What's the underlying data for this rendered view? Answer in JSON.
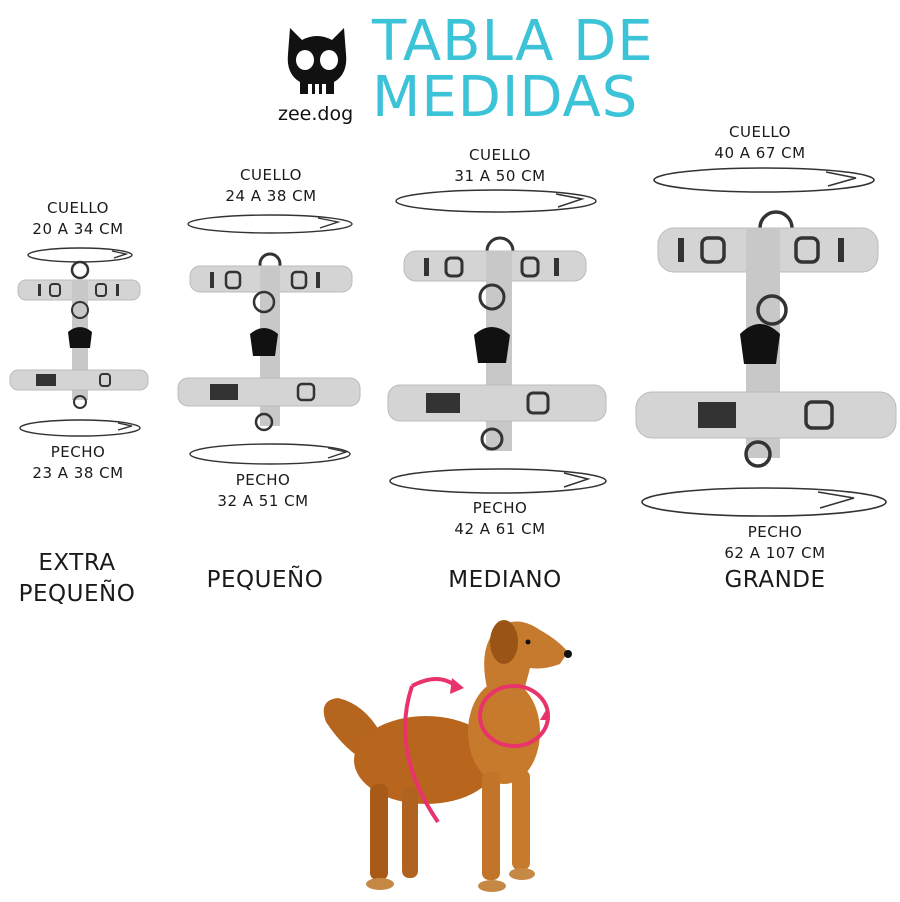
{
  "brand": {
    "name": "zee.dog",
    "logo_icon": "skull-logo-icon"
  },
  "title": {
    "line1": "TABLA DE",
    "line2": "MEDIDAS"
  },
  "colors": {
    "title": "#3cc3d8",
    "harness": "#d4d4d4",
    "measure_arrow": "#e8336b"
  },
  "sizes": [
    {
      "name_line1": "EXTRA",
      "name_line2": "PEQUEÑO",
      "neck_label": "CUELLO",
      "neck_range": "20 A 34 CM",
      "chest_label": "PECHO",
      "chest_range": "23 A 38 CM"
    },
    {
      "name_line1": "PEQUEÑO",
      "neck_label": "CUELLO",
      "neck_range": "24 A 38 CM",
      "chest_label": "PECHO",
      "chest_range": "32 A 51 CM"
    },
    {
      "name_line1": "MEDIANO",
      "neck_label": "CUELLO",
      "neck_range": "31 A 50 CM",
      "chest_label": "PECHO",
      "chest_range": "42 A 61 CM"
    },
    {
      "name_line1": "GRANDE",
      "neck_label": "CUELLO",
      "neck_range": "40 A 67 CM",
      "chest_label": "PECHO",
      "chest_range": "62 A 107 CM"
    }
  ]
}
